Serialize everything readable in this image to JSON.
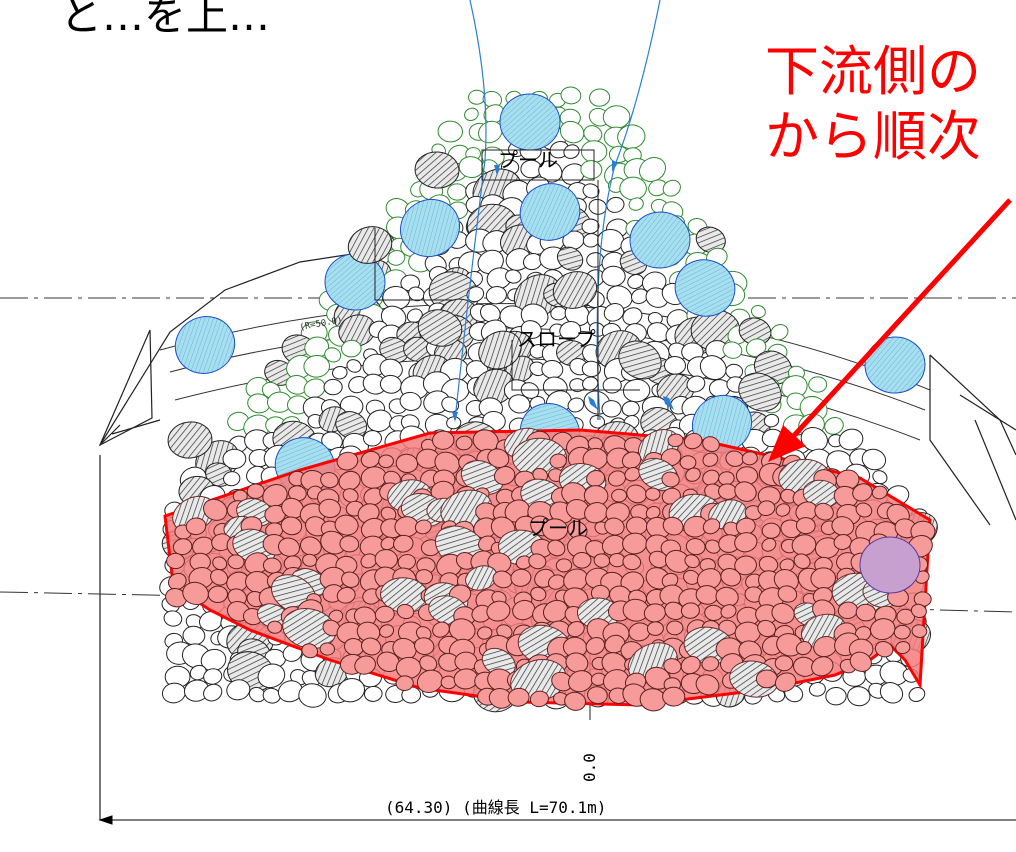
{
  "heading_fragment": "と…を上…",
  "annotation": {
    "line1": "下流側の",
    "line2": "から順次",
    "color": "#ff0000"
  },
  "labels": {
    "pool_upper": "プール",
    "slope": "スロープ",
    "pool_lower": "プール",
    "radius": "(R=50.0)",
    "station": "0.0",
    "dimension": "(64.30)  (曲線長 L=70.1m)"
  },
  "colors": {
    "highlight_fill": "#f47d7d",
    "highlight_stroke": "#ff0000",
    "blue_stone": "#9fd9ee",
    "blue_stone_stroke": "#1a4fc9",
    "green_stone_stroke": "#2e8b2e",
    "flow_line": "#2a7fd4"
  }
}
